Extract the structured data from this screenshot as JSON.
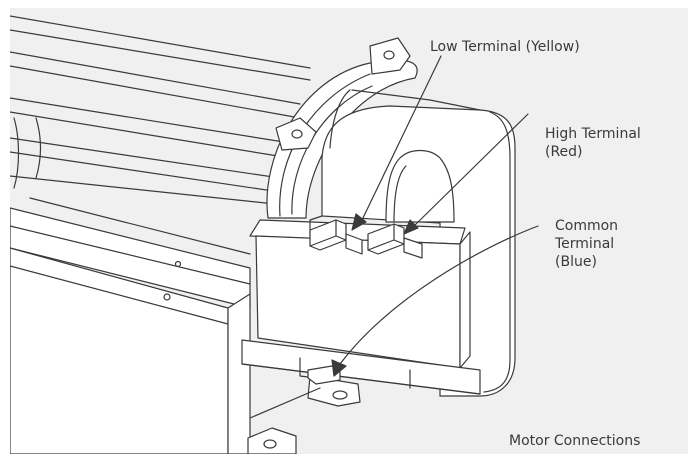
{
  "labels": {
    "low": "Low Terminal (Yellow)",
    "high_line1": "High Terminal",
    "high_line2": "(Red)",
    "common_line1": "Common",
    "common_line2": "Terminal",
    "common_line3": "(Blue)",
    "title": "Motor Connections"
  },
  "colors": {
    "background": "#f0f0f0",
    "line": "#3a3a3a",
    "part_fill": "#ffffff",
    "text": "#3a3a3a"
  }
}
